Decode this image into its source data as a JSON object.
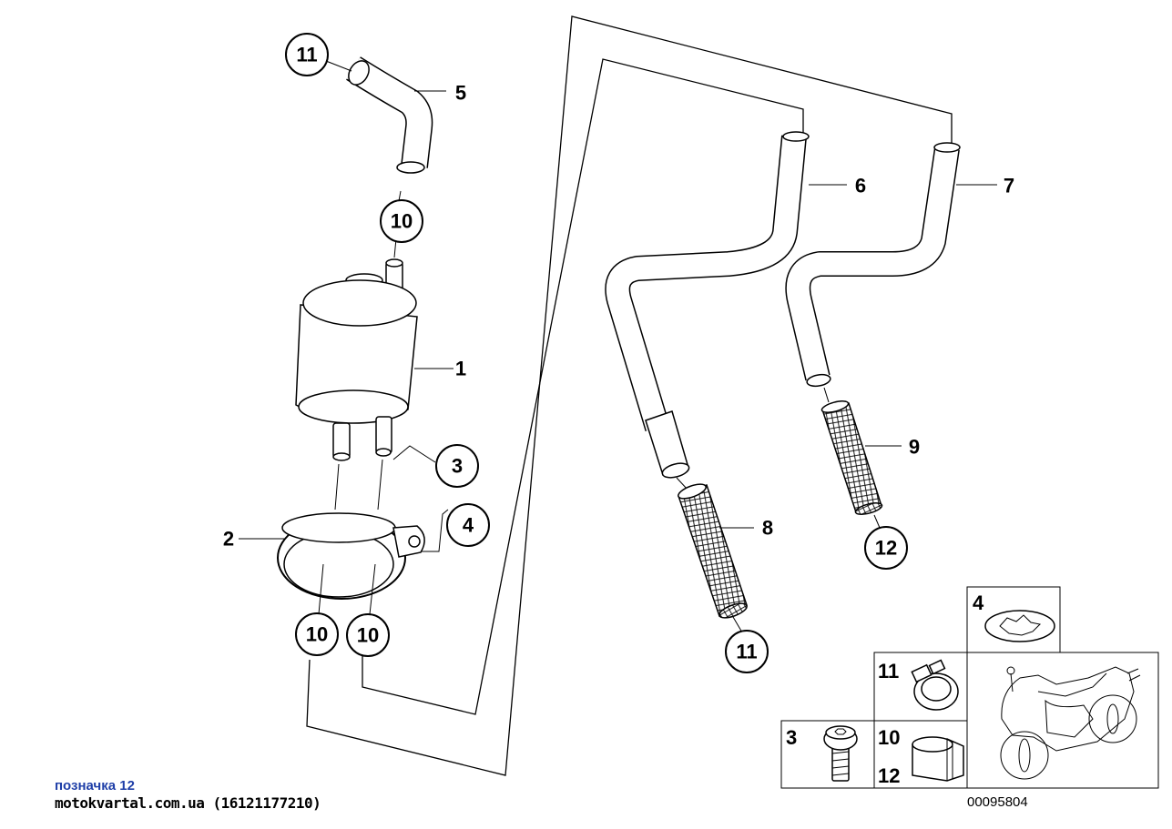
{
  "callouts": {
    "p1": "1",
    "p2": "2",
    "p3": "3",
    "p4": "4",
    "p5": "5",
    "p6": "6",
    "p7": "7",
    "p8": "8",
    "p9": "9",
    "c11_top": "11",
    "c10_top": "10",
    "c3": "3",
    "c4": "4",
    "c10_left": "10",
    "c10_mid": "10",
    "c11_bottom": "11",
    "c12": "12"
  },
  "legend": {
    "item4": "4",
    "item11": "11",
    "item3": "3",
    "item10": "10",
    "item12": "12"
  },
  "footer": {
    "mark": "позначка 12",
    "site": "motokvartal.com.ua (16121177210)",
    "code": "00095804"
  }
}
